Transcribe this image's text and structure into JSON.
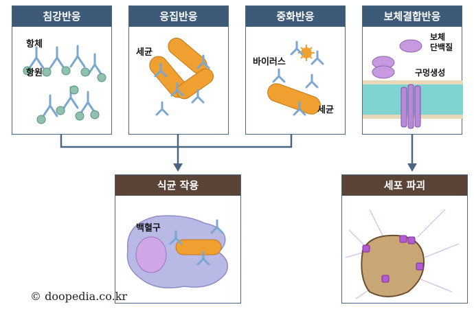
{
  "panels": {
    "infiltration": {
      "title": "침강반응",
      "label_antibody": "항체",
      "label_antigen": "항원"
    },
    "agglutination": {
      "title": "응집반응",
      "label_bacteria": "세균"
    },
    "neutralization": {
      "title": "중화반응",
      "label_virus": "바이러스",
      "label_bacteria": "세균"
    },
    "complement": {
      "title": "보체결합반응",
      "label_protein": "보체\n단백질",
      "label_pore": "구멍생성"
    },
    "phagocytosis": {
      "title": "식균 작용",
      "label_leukocyte": "백혈구"
    },
    "lysis": {
      "title": "세포 파괴"
    }
  },
  "credit": "© doopedia.co.kr",
  "colors": {
    "header_blue": "#3d5a78",
    "header_brown": "#5a4438",
    "connector": "#4a6580",
    "antibody": "#7aa7cf",
    "bacteria": "#f0a030",
    "membrane": "#7fd3d0",
    "complement": "#b78ad8",
    "cell": "#b9b9e6"
  }
}
